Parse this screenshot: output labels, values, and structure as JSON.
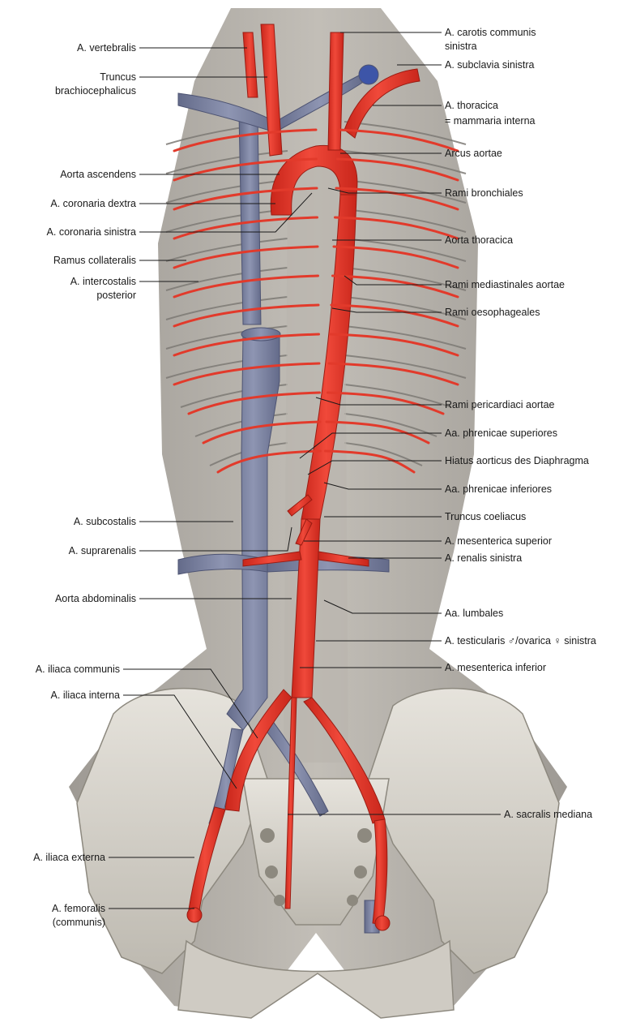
{
  "labels_left": [
    {
      "id": "vertebralis",
      "text": "A. vertebralis"
    },
    {
      "id": "truncus-brachio-1",
      "text": "Truncus"
    },
    {
      "id": "truncus-brachio-2",
      "text": "brachiocephalicus"
    },
    {
      "id": "aorta-ascendens",
      "text": "Aorta ascendens"
    },
    {
      "id": "coronaria-dextra",
      "text": "A. coronaria dextra"
    },
    {
      "id": "coronaria-sinistra",
      "text": "A. coronaria sinistra"
    },
    {
      "id": "ramus-collateralis",
      "text": "Ramus collateralis"
    },
    {
      "id": "intercostalis-1",
      "text": "A. intercostalis"
    },
    {
      "id": "intercostalis-2",
      "text": "posterior"
    },
    {
      "id": "subcostalis",
      "text": "A. subcostalis"
    },
    {
      "id": "suprarenalis",
      "text": "A. suprarenalis"
    },
    {
      "id": "aorta-abdominalis",
      "text": "Aorta abdominalis"
    },
    {
      "id": "iliaca-communis",
      "text": "A. iliaca communis"
    },
    {
      "id": "iliaca-interna",
      "text": "A. iliaca interna"
    },
    {
      "id": "iliaca-externa",
      "text": "A. iliaca externa"
    },
    {
      "id": "femoralis-1",
      "text": "A. femoralis"
    },
    {
      "id": "femoralis-2",
      "text": "(communis)"
    }
  ],
  "labels_right": [
    {
      "id": "carotis-1",
      "text": "A. carotis communis"
    },
    {
      "id": "carotis-2",
      "text": "sinistra"
    },
    {
      "id": "subclavia",
      "text": "A. subclavia sinistra"
    },
    {
      "id": "thoracica-1",
      "text": "A. thoracica"
    },
    {
      "id": "thoracica-2",
      "text": "= mammaria interna"
    },
    {
      "id": "arcus",
      "text": "Arcus aortae"
    },
    {
      "id": "bronchiales",
      "text": "Rami bronchiales"
    },
    {
      "id": "aorta-thoracica",
      "text": "Aorta thoracica"
    },
    {
      "id": "mediastinales",
      "text": "Rami mediastinales aortae"
    },
    {
      "id": "oesophageales",
      "text": "Rami oesophageales"
    },
    {
      "id": "pericardiaci",
      "text": "Rami pericardiaci aortae"
    },
    {
      "id": "phrenicae-sup",
      "text": "Aa. phrenicae superiores"
    },
    {
      "id": "hiatus",
      "text": "Hiatus aorticus des Diaphragma"
    },
    {
      "id": "phrenicae-inf",
      "text": "Aa. phrenicae inferiores"
    },
    {
      "id": "coeliacus",
      "text": "Truncus coeliacus"
    },
    {
      "id": "mesenterica-sup",
      "text": "A. mesenterica superior"
    },
    {
      "id": "renalis",
      "text": "A. renalis sinistra"
    },
    {
      "id": "lumbales",
      "text": "Aa. lumbales"
    },
    {
      "id": "testicularis",
      "text": "A. testicularis ♂/ovarica ♀ sinistra"
    },
    {
      "id": "mesenterica-inf",
      "text": "A. mesenterica inferior"
    },
    {
      "id": "sacralis",
      "text": "A. sacralis mediana"
    }
  ],
  "colors": {
    "artery": "#e8392c",
    "artery_dark": "#b82218",
    "vein": "#7f86a3",
    "vein_dark": "#5a6080",
    "bone": "#d9d6cf",
    "bone_dark": "#a9a59c",
    "muscle": "#b3b0aa",
    "rib_shadow": "#8e8b86",
    "leader": "#1a1a1a"
  }
}
